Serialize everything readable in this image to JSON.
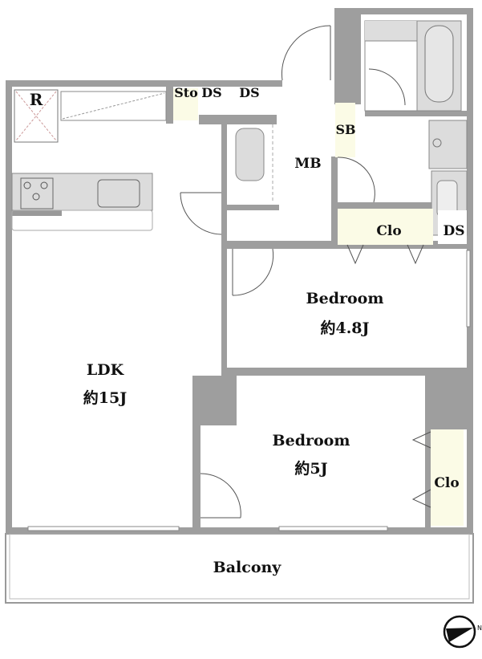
{
  "rooms": {
    "refrigerator": "R",
    "storage": "Sto",
    "ds1": "DS",
    "ds2": "DS",
    "shoe_box": "SB",
    "meter_box": "MB",
    "closet1": "Clo",
    "ds3": "DS",
    "bedroom1_name": "Bedroom",
    "bedroom1_size": "約4.8J",
    "ldk_name": "LDK",
    "ldk_size": "約15J",
    "bedroom2_name": "Bedroom",
    "bedroom2_size": "約5J",
    "closet2": "Clo",
    "balcony": "Balcony"
  },
  "compass": {
    "label": "N",
    "icon": "north-arrow-icon"
  },
  "colors": {
    "wall": "#9e9e9e",
    "closet": "#fbfbe6"
  }
}
